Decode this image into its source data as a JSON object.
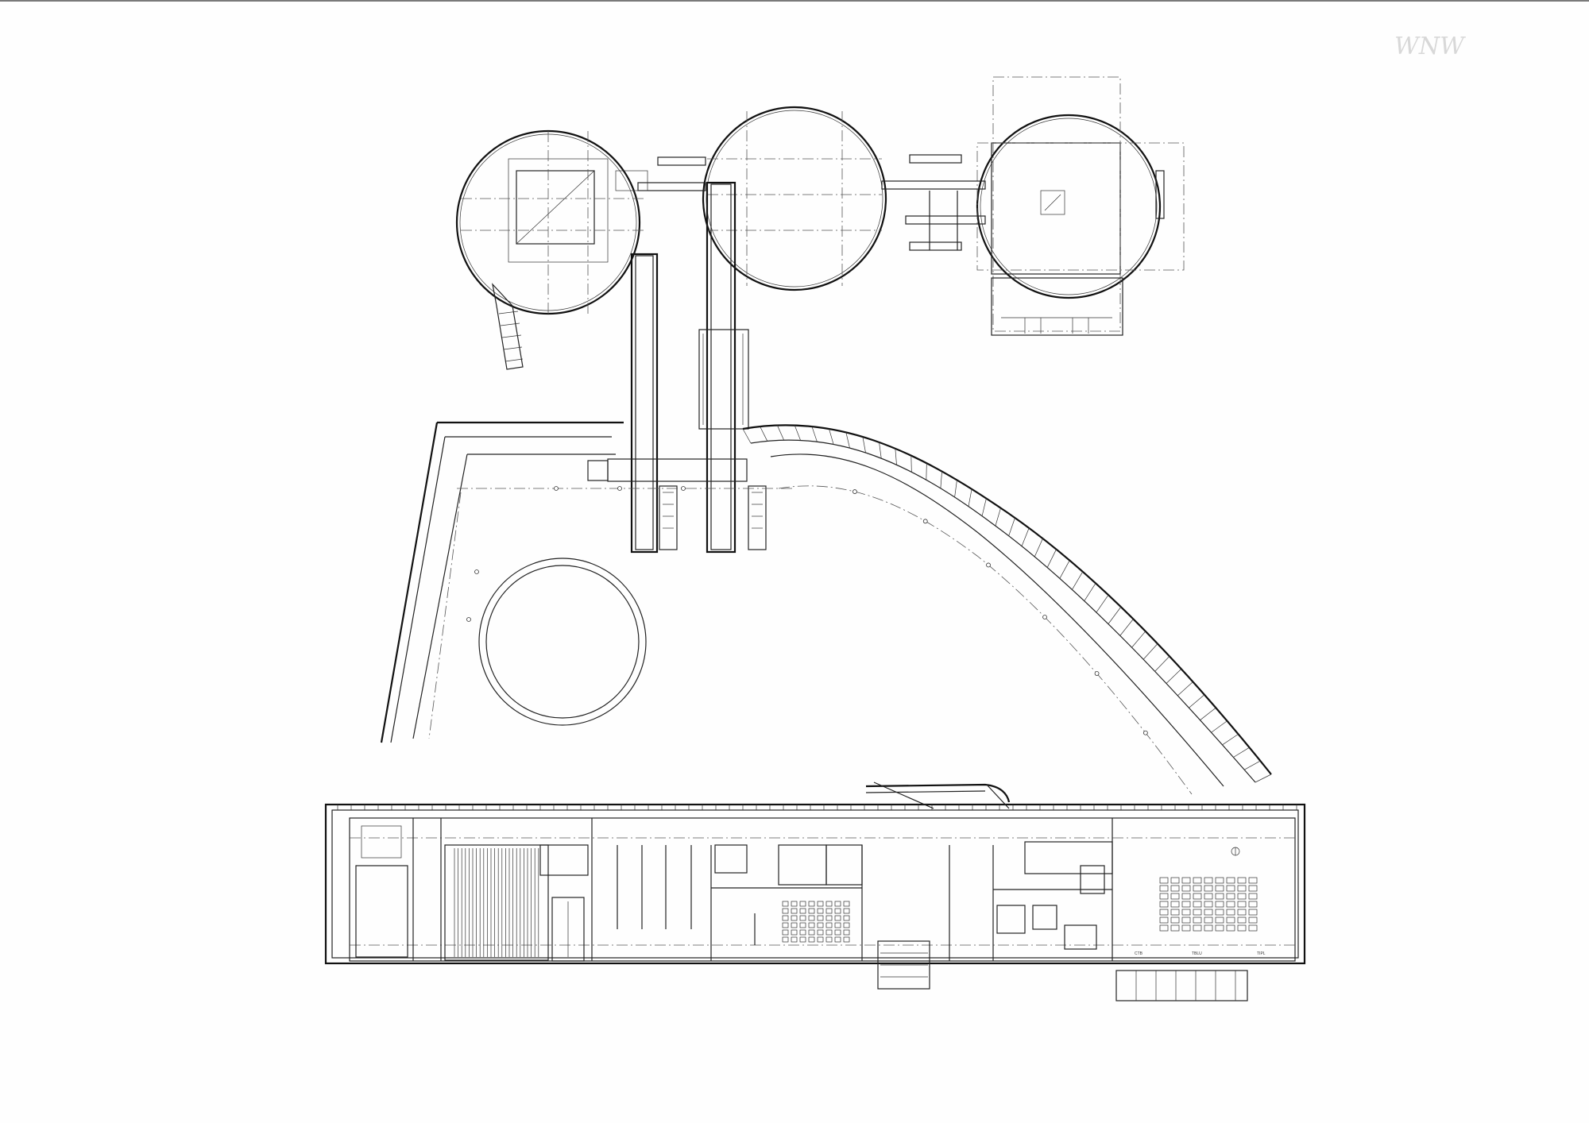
{
  "sheet": {
    "signature": "WNW",
    "room_labels": [
      "CTB",
      "TBLU",
      "TIPL"
    ]
  },
  "colors": {
    "ink": "#222222",
    "paper": "#fefefe",
    "signature": "#d8d8d8"
  },
  "icons": [
    "north-circle-icon"
  ]
}
